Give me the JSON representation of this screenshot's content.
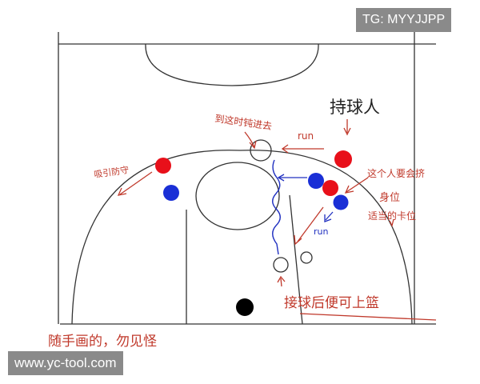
{
  "watermarks": {
    "top": "TG: MYYJJPP",
    "bottom": "www.yc-tool.com"
  },
  "colors": {
    "court_line": "#333333",
    "annotation": "#c0392b",
    "red_player": "#e8101a",
    "blue_player": "#1a2fd6",
    "black_player": "#000000",
    "cut_path": "#2030c0"
  },
  "annotations": {
    "ball_handler": "持球人",
    "arrive_then_cut": "到这时钝进去",
    "run_top": "run",
    "draw_defender": "吸引防守",
    "this_one_squeeze": "这个人要会挤",
    "position": "身位",
    "squeeze_box": "适当的卡位",
    "run_mid": "run",
    "catch_and_layup": "接球后便可上篮",
    "casual_drawing": "随手画的，勿见怪"
  }
}
